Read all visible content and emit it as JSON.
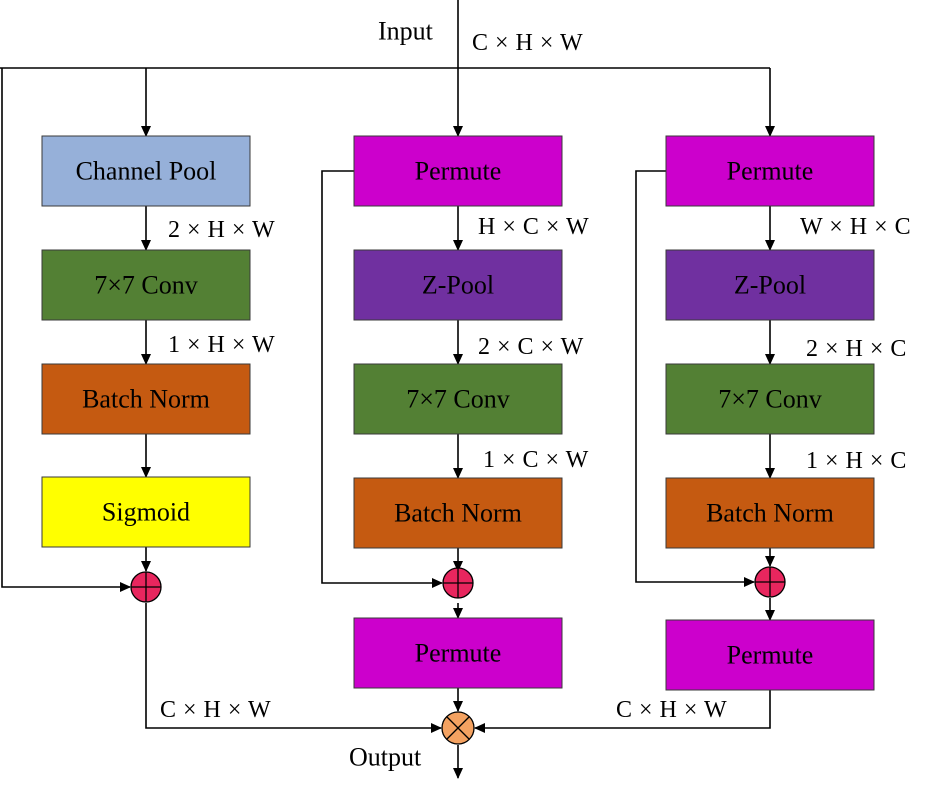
{
  "input_label": "Input",
  "output_label": "Output",
  "input_dim": "C × H × W",
  "colors": {
    "channel_pool": "#96b0d9",
    "conv": "#538034",
    "batch_norm": "#c55a11",
    "sigmoid": "#ffff00",
    "permute": "#cc00cc",
    "zpool": "#7030a0",
    "add_node": "#e8265e",
    "multiply_node": "#f4a261"
  },
  "branch1": {
    "channel_pool": "Channel Pool",
    "dim1": "2 × H × W",
    "conv": "7×7 Conv",
    "dim2": "1 × H × W",
    "batch_norm": "Batch Norm",
    "sigmoid": "Sigmoid",
    "out_dim": "C × H × W"
  },
  "branch2": {
    "permute_in": "Permute",
    "dim0": "H × C × W",
    "zpool": "Z-Pool",
    "dim1": "2 × C × W",
    "conv": "7×7 Conv",
    "dim2": "1 × C × W",
    "batch_norm": "Batch Norm",
    "permute_out": "Permute"
  },
  "branch3": {
    "permute_in": "Permute",
    "dim0": "W × H × C",
    "zpool": "Z-Pool",
    "dim1": "2 × H × C",
    "conv": "7×7 Conv",
    "dim2": "1 × H × C",
    "batch_norm": "Batch Norm",
    "permute_out": "Permute",
    "out_dim": "C × H × W"
  }
}
